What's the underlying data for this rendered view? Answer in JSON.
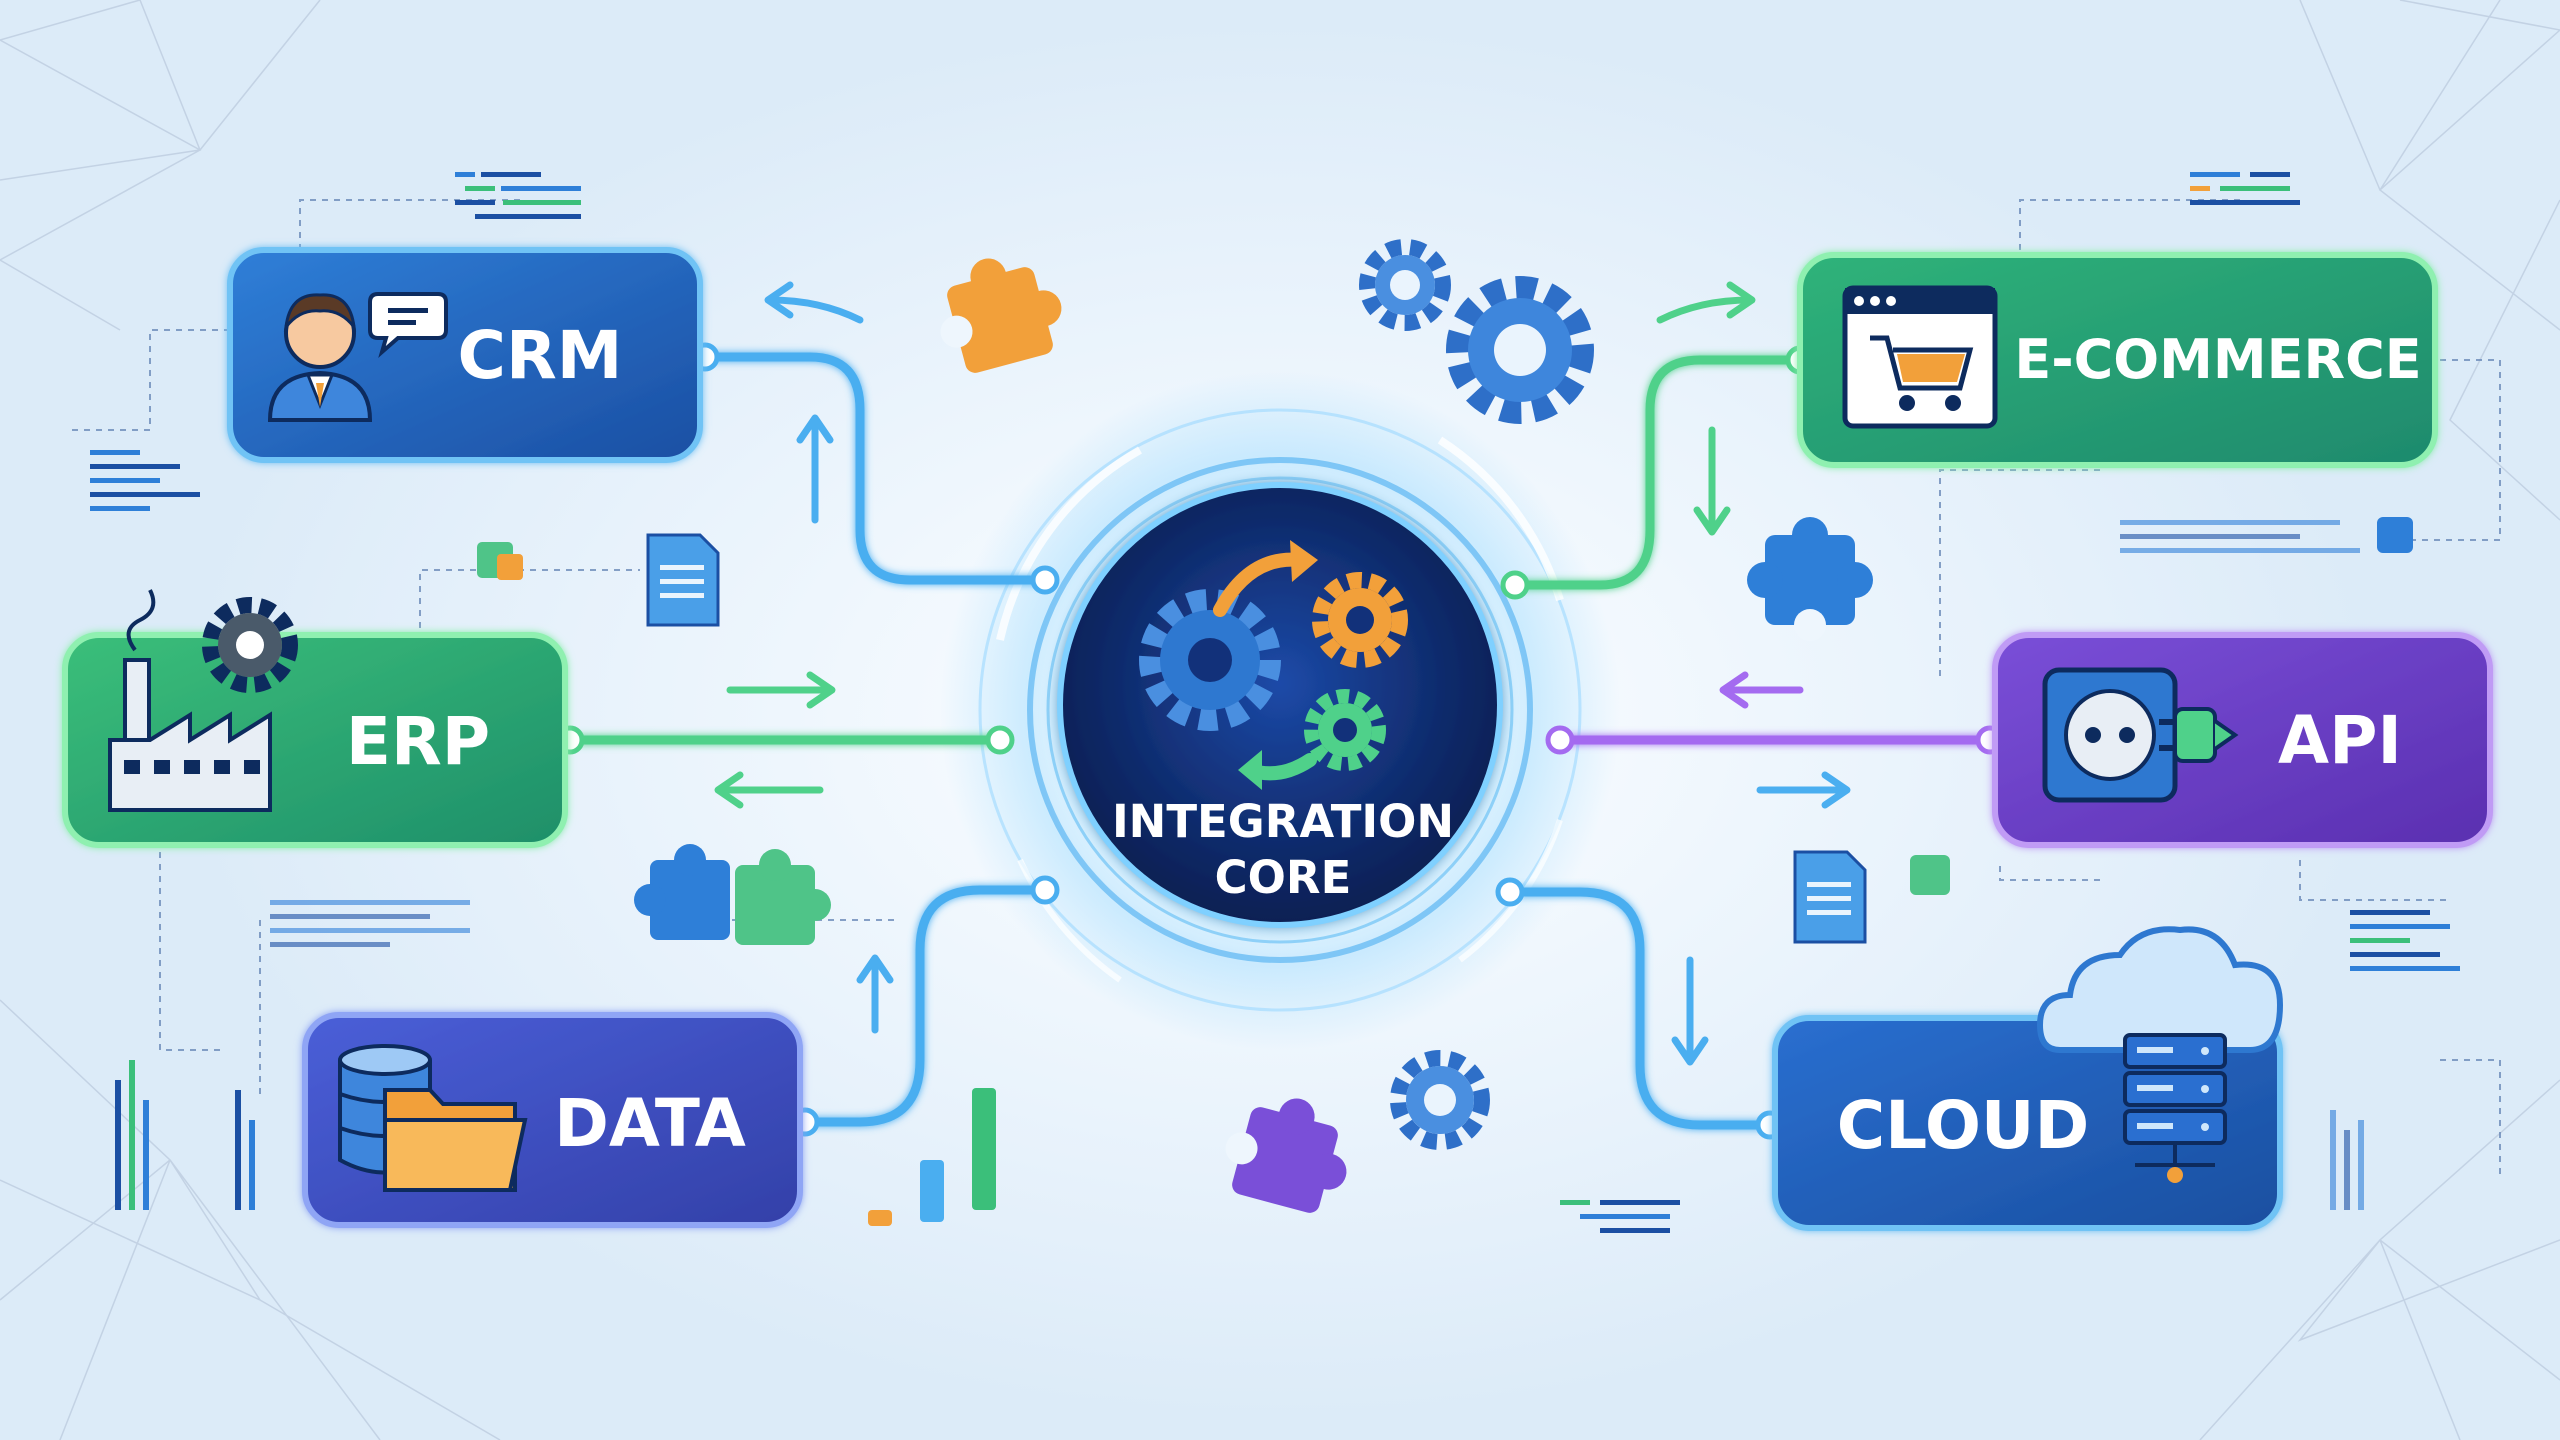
{
  "core": {
    "title_line1": "INTEGRATION",
    "title_line2": "CORE"
  },
  "nodes": {
    "crm": {
      "label": "CRM",
      "color_from": "#2f7fd8",
      "color_to": "#1b4fa3",
      "border": "#6fc3f5"
    },
    "erp": {
      "label": "ERP",
      "color_from": "#3bbf7a",
      "color_to": "#1e8f6a",
      "border": "#8ff0b0"
    },
    "data": {
      "label": "DATA",
      "color_from": "#4a5fd8",
      "color_to": "#3340a8",
      "border": "#8fa5f5"
    },
    "ecommerce": {
      "label": "E-COMMERCE",
      "color_from": "#2fb37a",
      "color_to": "#1e8a6d",
      "border": "#8ff0b0"
    },
    "api": {
      "label": "API",
      "color_from": "#7a4fd8",
      "color_to": "#5a2fb0",
      "border": "#c09bf5"
    },
    "cloud": {
      "label": "CLOUD",
      "color_from": "#2a6fd0",
      "color_to": "#1a4fa0",
      "border": "#6fc3f5"
    }
  },
  "colors": {
    "core_fill": "#0f2a6a",
    "blue_link": "#4aaef0",
    "green_link": "#4fd18a",
    "purple_link": "#a46bf0",
    "orange_accent": "#f2a03a"
  },
  "icons": [
    "person-icon",
    "chat-bubble-icon",
    "factory-icon",
    "gear-icon",
    "database-icon",
    "folder-icon",
    "browser-cart-icon",
    "power-socket-icon",
    "plug-icon",
    "cloud-icon",
    "server-icon",
    "puzzle-icon",
    "document-icon",
    "cube-icon"
  ]
}
